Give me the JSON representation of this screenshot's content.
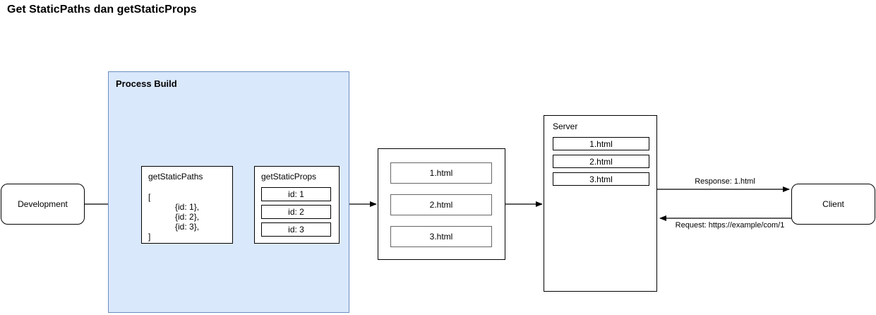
{
  "title": "Get StaticPaths dan getStaticProps",
  "colors": {
    "process_container_fill": "#dae8fc",
    "process_container_border": "#6c8ebf",
    "node_border": "#000000",
    "output_item_border": "#666666"
  },
  "nodes": {
    "development": {
      "label": "Development"
    },
    "client": {
      "label": "Client"
    }
  },
  "process_build": {
    "label": "Process Build",
    "get_static_paths": {
      "label": "getStaticPaths",
      "lines": [
        "[",
        "{id: 1},",
        "{id: 2},",
        "{id: 3},",
        "]"
      ]
    },
    "get_static_props": {
      "label": "getStaticProps",
      "items": [
        "id: 1",
        "id: 2",
        "id: 3"
      ]
    }
  },
  "build_output": {
    "files": [
      "1.html",
      "2.html",
      "3.html"
    ]
  },
  "server": {
    "label": "Server",
    "files": [
      "1.html",
      "2.html",
      "3.html"
    ]
  },
  "edges": {
    "response_label": "Response: 1.html",
    "request_label": "Request: https://example/com/1"
  }
}
